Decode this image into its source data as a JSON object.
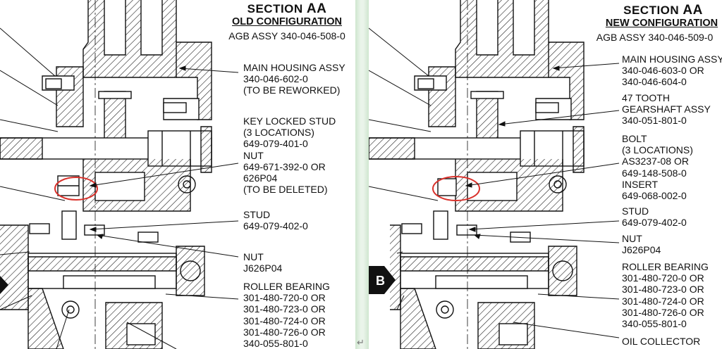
{
  "divider_symbol": "↵",
  "left": {
    "section_label": "SECTION",
    "section_code": "AA",
    "configuration": "OLD CONFIGURATION",
    "assembly": "AGB ASSY 340-046-508-0",
    "callouts": [
      {
        "lines": [
          "MAIN HOUSING ASSY",
          "340-046-602-0",
          "(TO BE REWORKED)"
        ]
      },
      {
        "lines": [
          "KEY LOCKED STUD",
          "(3 LOCATIONS)",
          "649-079-401-0",
          "NUT",
          "649-671-392-0 OR",
          "626P04",
          "(TO BE DELETED)"
        ]
      },
      {
        "lines": [
          "STUD",
          "649-079-402-0"
        ]
      },
      {
        "lines": [
          "NUT",
          "J626P04"
        ]
      },
      {
        "lines": [
          "ROLLER BEARING",
          "301-480-720-0 OR",
          "301-480-723-0 OR",
          "301-480-724-0 OR",
          "301-480-726-0 OR",
          "340-055-801-0"
        ]
      }
    ],
    "highlight_color": "#d9312b"
  },
  "right": {
    "section_label": "SECTION",
    "section_code": "AA",
    "configuration": "NEW CONFIGURATION",
    "assembly": "AGB ASSY 340-046-509-0",
    "callouts": [
      {
        "lines": [
          "MAIN HOUSING ASSY",
          "340-046-603-0 OR",
          "340-046-604-0"
        ]
      },
      {
        "lines": [
          "47 TOOTH",
          "GEARSHAFT ASSY",
          "340-051-801-0"
        ]
      },
      {
        "lines": [
          "BOLT",
          "(3 LOCATIONS)",
          "AS3237-08 OR",
          "649-148-508-0",
          "INSERT",
          "649-068-002-0"
        ]
      },
      {
        "lines": [
          "STUD",
          "649-079-402-0"
        ]
      },
      {
        "lines": [
          "NUT",
          "J626P04"
        ]
      },
      {
        "lines": [
          "ROLLER BEARING",
          "301-480-720-0 OR",
          "301-480-723-0 OR",
          "301-480-724-0 OR",
          "301-480-726-0 OR",
          "340-055-801-0"
        ]
      },
      {
        "lines": [
          "OIL COLLECTOR"
        ]
      }
    ],
    "view_marker": "B",
    "highlight_color": "#d9312b"
  }
}
